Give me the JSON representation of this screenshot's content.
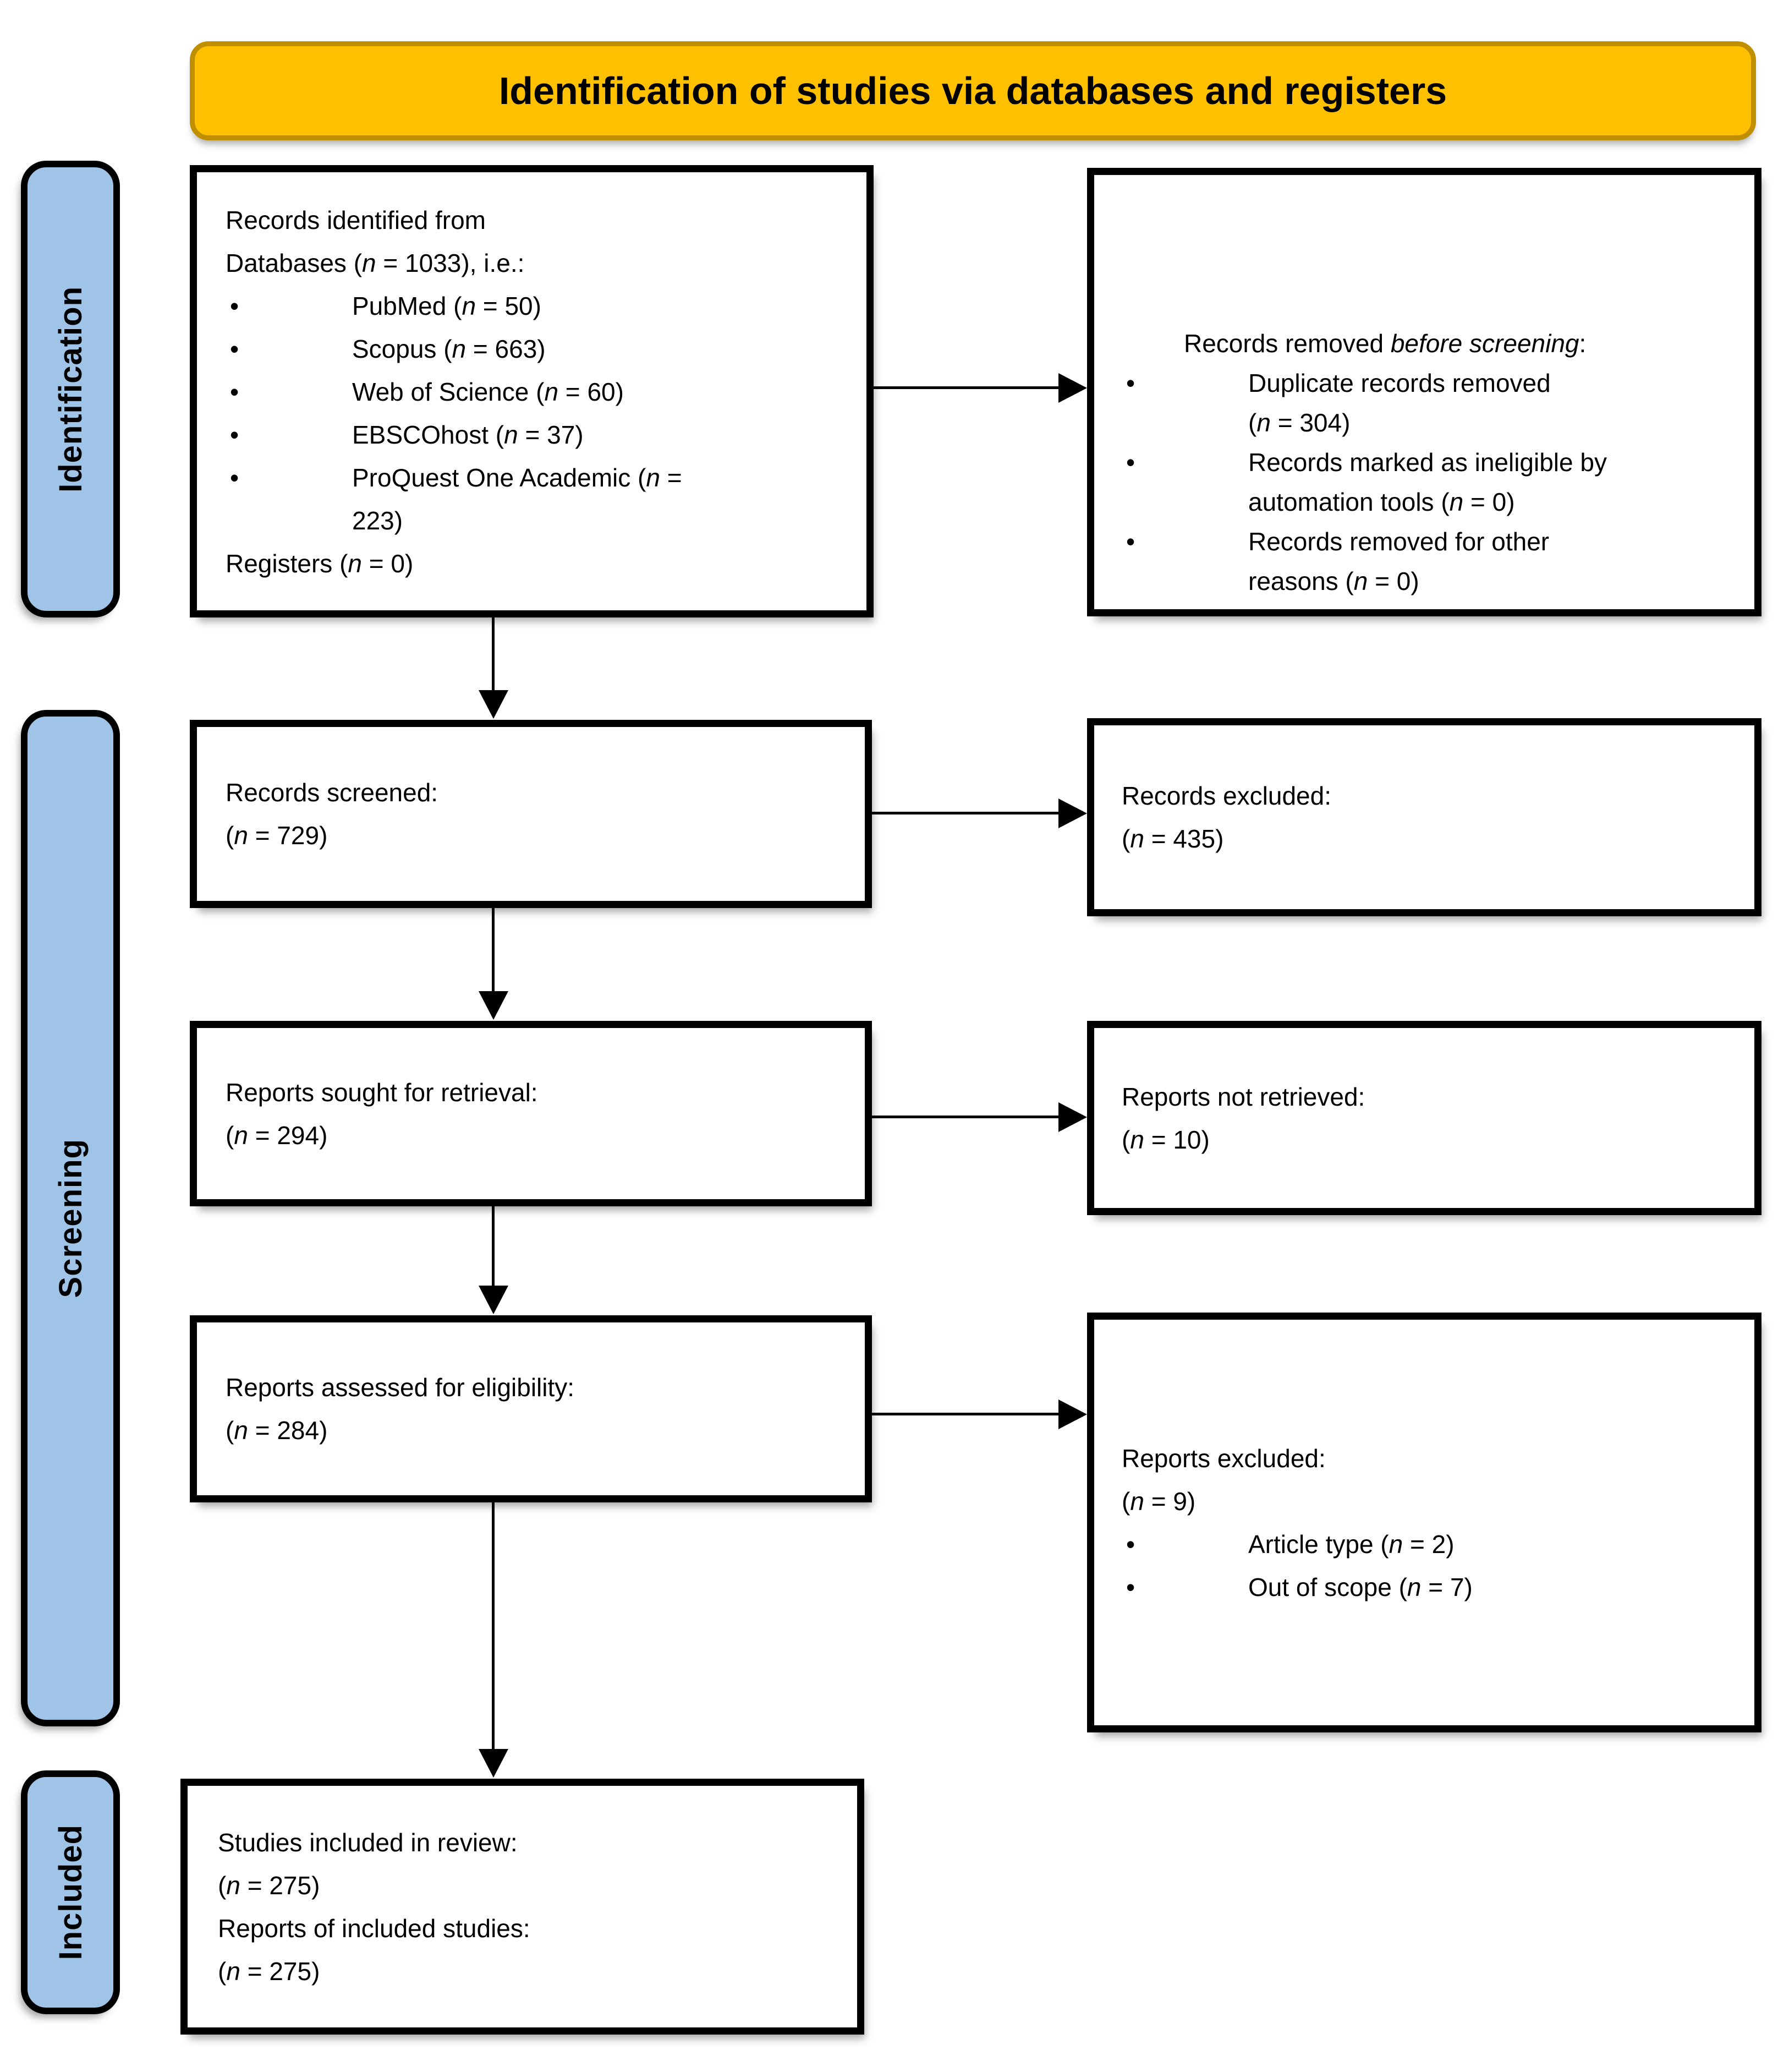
{
  "banner": {
    "title": "Identification of studies via databases and registers"
  },
  "sidebar": {
    "identification": "Identification",
    "screening": "Screening",
    "included": "Included"
  },
  "boxes": {
    "identified": {
      "lines": [
        "Records identified from",
        "Databases (*n* = 1033), i.e.:"
      ],
      "bullets": [
        "PubMed (*n* = 50)",
        "Scopus (*n* = 663)",
        "Web of Science (*n* = 60)",
        "EBSCOhost (*n* = 37)",
        "ProQuest One Academic (*n* =\n223)"
      ],
      "footer": "Registers (*n* = 0)"
    },
    "removed": {
      "heading": "Records removed *before screening*:",
      "bullets": [
        "Duplicate records removed\n(*n* = 304)",
        "Records marked as ineligible by\nautomation tools (*n* = 0)",
        "Records removed for other\nreasons (*n* = 0)"
      ]
    },
    "screened": {
      "lines": [
        "Records screened:",
        "(*n* = 729)"
      ]
    },
    "excluded": {
      "lines": [
        "Records excluded:",
        "(*n* = 435)"
      ]
    },
    "sought": {
      "lines": [
        "Reports sought for retrieval:",
        "(*n* = 294)"
      ]
    },
    "not_retrieved": {
      "lines": [
        "Reports not retrieved:",
        "(*n* = 10)"
      ]
    },
    "assessed": {
      "lines": [
        "Reports assessed for eligibility:",
        "(*n* = 284)"
      ]
    },
    "reports_excluded": {
      "lines": [
        "Reports excluded:",
        "(*n* = 9)"
      ],
      "bullets": [
        "Article type (*n* = 2)",
        "Out of scope (*n* = 7)"
      ]
    },
    "included_box": {
      "lines": [
        "Studies included in review:",
        "(*n* = 275)",
        "Reports of included studies:",
        "(*n* = 275)"
      ]
    }
  },
  "colors": {
    "banner_fill": "#FFC000",
    "banner_border": "#BF8F00",
    "sidebar_fill": "#A0C4E8",
    "box_border": "#000000",
    "arrow": "#000000"
  }
}
